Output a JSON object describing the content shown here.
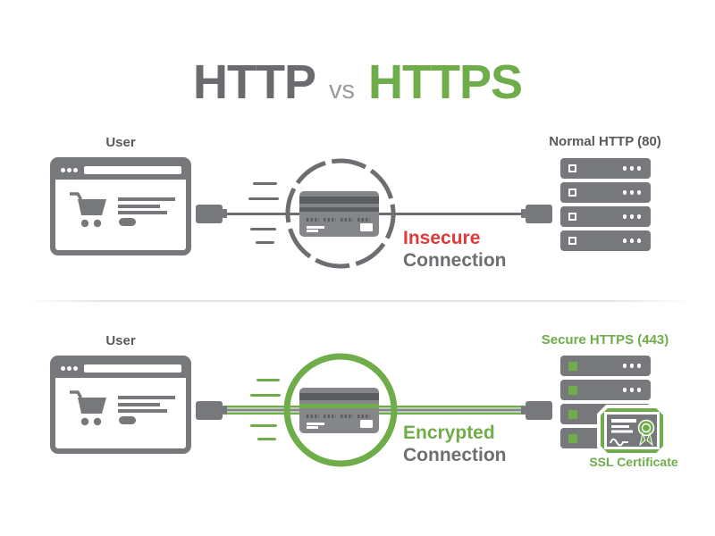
{
  "title": {
    "http": "HTTP",
    "vs": "vs",
    "https": "HTTPS"
  },
  "colors": {
    "green": "#6fad4b",
    "red": "#e0393b",
    "gray-text": "#58595b",
    "gray-title": "#6a6b6e",
    "gray-vs": "#9a9ca0",
    "gray-icon": "#77787b",
    "gray-line": "#6d6e71",
    "card-body": "#84868a",
    "card-stripe": "#5b5d60",
    "divider": "#e4e4e6"
  },
  "http_section": {
    "user_label": "User",
    "server_label": "Normal HTTP (80)",
    "status_word": "Insecure",
    "status_word2": "Connection"
  },
  "https_section": {
    "user_label": "User",
    "server_label": "Secure HTTPS (443)",
    "status_word": "Encrypted",
    "status_word2": "Connection",
    "certificate_label": "SSL Certificate"
  }
}
